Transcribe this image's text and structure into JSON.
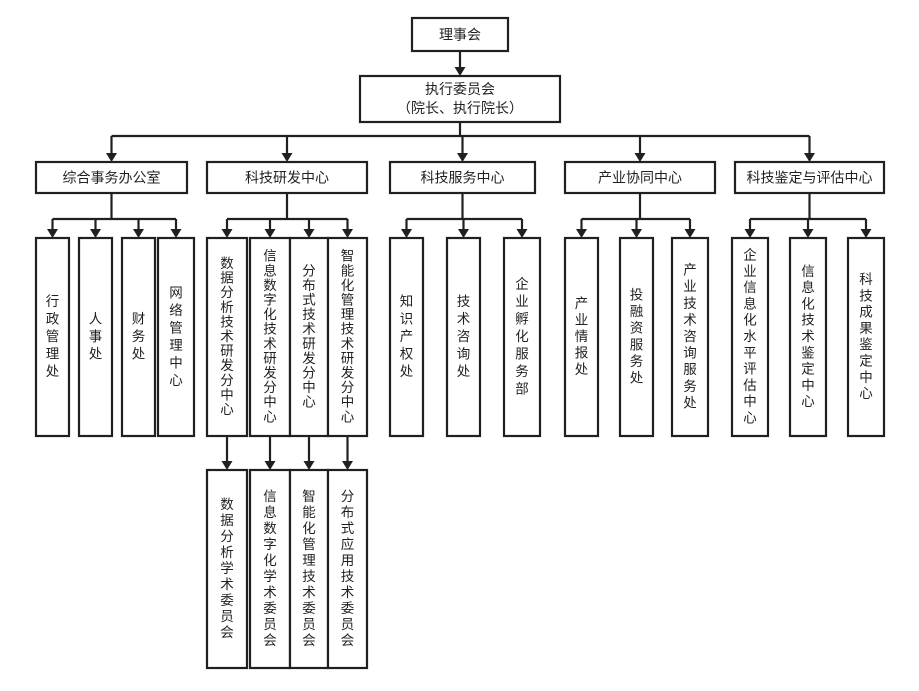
{
  "chart_data": {
    "type": "diagram",
    "diagram_kind": "organization-chart",
    "title": "",
    "orientation": "top-down",
    "colors": {
      "stroke": "#231f20",
      "fill": "#ffffff",
      "background": "#ffffff"
    },
    "levels": 4
  },
  "nodes": {
    "board": {
      "label": "理事会",
      "orient": "horizontal"
    },
    "exec": {
      "label_line1": "执行委员会",
      "label_line2": "（院长、执行院长）",
      "orient": "horizontal"
    },
    "departments": [
      {
        "id": "general-affairs",
        "label": "综合事务办公室"
      },
      {
        "id": "rd-center",
        "label": "科技研发中心"
      },
      {
        "id": "service-center",
        "label": "科技服务中心"
      },
      {
        "id": "industry-center",
        "label": "产业协同中心"
      },
      {
        "id": "appraisal-center",
        "label": "科技鉴定与评估中心"
      }
    ],
    "general_affairs_children": [
      {
        "id": "admin-office",
        "label": "行政管理处"
      },
      {
        "id": "hr-office",
        "label": "人事处"
      },
      {
        "id": "finance-office",
        "label": "财务处"
      },
      {
        "id": "network-center",
        "label": "网络管理中心"
      }
    ],
    "rd_children": [
      {
        "id": "data-analysis-rd",
        "label": "数据分析技术研发分中心"
      },
      {
        "id": "info-digital-rd",
        "label": "信息数字化技术研发分中心"
      },
      {
        "id": "distributed-rd",
        "label": "分布式技术研发分中心"
      },
      {
        "id": "intelligent-mgmt-rd",
        "label": "智能化管理技术研发分中心"
      }
    ],
    "rd_committees": [
      {
        "id": "data-analysis-committee",
        "label": "数据分析学术委员会"
      },
      {
        "id": "info-digital-committee",
        "label": "信息数字化学术委员会"
      },
      {
        "id": "intelligent-mgmt-committee",
        "label": "智能化管理技术委员会"
      },
      {
        "id": "distributed-app-committee",
        "label": "分布式应用技术委员会"
      }
    ],
    "service_children": [
      {
        "id": "ip-office",
        "label": "知识产权处"
      },
      {
        "id": "tech-consult-office",
        "label": "技术咨询处"
      },
      {
        "id": "incubation-dept",
        "label": "企业孵化服务部"
      }
    ],
    "industry_children": [
      {
        "id": "industry-intel-office",
        "label": "产业情报处"
      },
      {
        "id": "investment-office",
        "label": "投融资服务处"
      },
      {
        "id": "industry-tech-consult",
        "label": "产业技术咨询服务处"
      }
    ],
    "appraisal_children": [
      {
        "id": "enterprise-info-eval",
        "label": "企业信息化水平评估中心"
      },
      {
        "id": "info-tech-appraisal",
        "label": "信息化技术鉴定中心"
      },
      {
        "id": "achievement-appraisal",
        "label": "科技成果鉴定中心"
      }
    ]
  }
}
